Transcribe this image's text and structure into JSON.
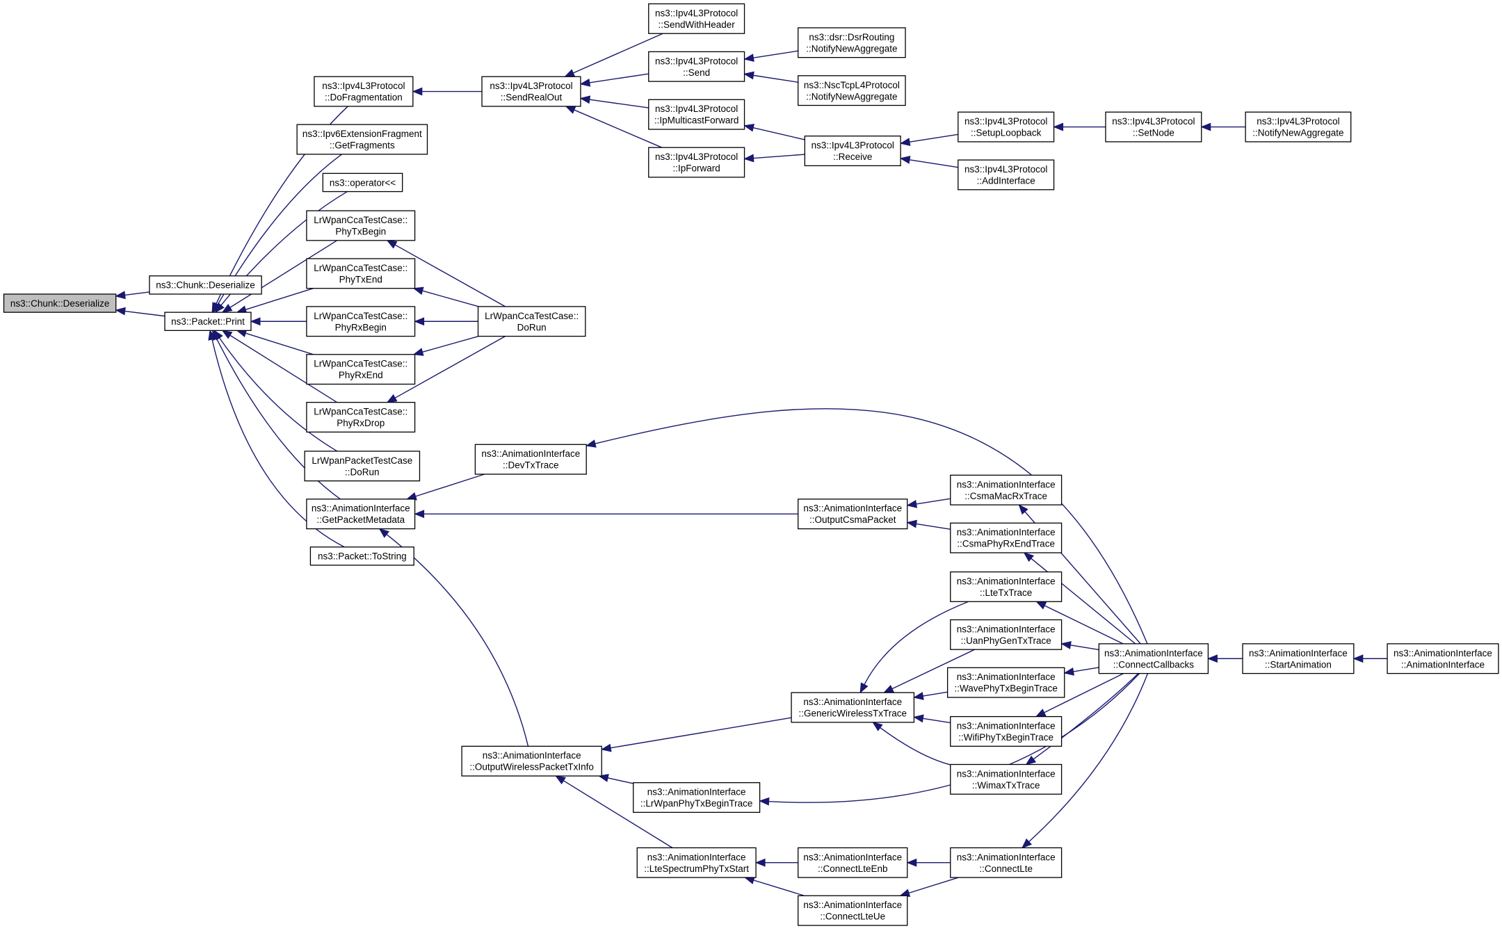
{
  "diagram": {
    "nodes": [
      {
        "id": "chunk_deser",
        "lines": [
          "ns3::Chunk::Deserialize"
        ],
        "root": true
      },
      {
        "id": "chunk_deser2",
        "lines": [
          "ns3::Chunk::Deserialize"
        ]
      },
      {
        "id": "packet_print",
        "lines": [
          "ns3::Packet::Print"
        ]
      },
      {
        "id": "ipv4_dofrag",
        "lines": [
          "ns3::Ipv4L3Protocol",
          "::DoFragmentation"
        ]
      },
      {
        "id": "ipv6_getfrag",
        "lines": [
          "ns3::Ipv6ExtensionFragment",
          "::GetFragments"
        ]
      },
      {
        "id": "operator_ll",
        "lines": [
          "ns3::operator<<"
        ]
      },
      {
        "id": "cca_phytxbegin",
        "lines": [
          "LrWpanCcaTestCase::",
          "PhyTxBegin"
        ]
      },
      {
        "id": "cca_phytxend",
        "lines": [
          "LrWpanCcaTestCase::",
          "PhyTxEnd"
        ]
      },
      {
        "id": "cca_phyrxbegin",
        "lines": [
          "LrWpanCcaTestCase::",
          "PhyRxBegin"
        ]
      },
      {
        "id": "cca_phyrxend",
        "lines": [
          "LrWpanCcaTestCase::",
          "PhyRxEnd"
        ]
      },
      {
        "id": "cca_phyrxdrop",
        "lines": [
          "LrWpanCcaTestCase::",
          "PhyRxDrop"
        ]
      },
      {
        "id": "pkt_dorun",
        "lines": [
          "LrWpanPacketTestCase",
          "::DoRun"
        ]
      },
      {
        "id": "anim_getpktmeta",
        "lines": [
          "ns3::AnimationInterface",
          "::GetPacketMetadata"
        ]
      },
      {
        "id": "packet_tostring",
        "lines": [
          "ns3::Packet::ToString"
        ]
      },
      {
        "id": "ipv4_sendrealout",
        "lines": [
          "ns3::Ipv4L3Protocol",
          "::SendRealOut"
        ]
      },
      {
        "id": "cca_dorun",
        "lines": [
          "LrWpanCcaTestCase::",
          "DoRun"
        ]
      },
      {
        "id": "anim_devtxtrace",
        "lines": [
          "ns3::AnimationInterface",
          "::DevTxTrace"
        ]
      },
      {
        "id": "anim_outwireless",
        "lines": [
          "ns3::AnimationInterface",
          "::OutputWirelessPacketTxInfo"
        ]
      },
      {
        "id": "ipv4_sendwithheader",
        "lines": [
          "ns3::Ipv4L3Protocol",
          "::SendWithHeader"
        ]
      },
      {
        "id": "ipv4_send",
        "lines": [
          "ns3::Ipv4L3Protocol",
          "::Send"
        ]
      },
      {
        "id": "ipv4_ipmcast",
        "lines": [
          "ns3::Ipv4L3Protocol",
          "::IpMulticastForward"
        ]
      },
      {
        "id": "ipv4_ipforward",
        "lines": [
          "ns3::Ipv4L3Protocol",
          "::IpForward"
        ]
      },
      {
        "id": "anim_lrwpanphy",
        "lines": [
          "ns3::AnimationInterface",
          "::LrWpanPhyTxBeginTrace"
        ]
      },
      {
        "id": "anim_ltespectrum",
        "lines": [
          "ns3::AnimationInterface",
          "::LteSpectrumPhyTxStart"
        ]
      },
      {
        "id": "dsr_notify",
        "lines": [
          "ns3::dsr::DsrRouting",
          "::NotifyNewAggregate"
        ]
      },
      {
        "id": "nsc_notify",
        "lines": [
          "ns3::NscTcpL4Protocol",
          "::NotifyNewAggregate"
        ]
      },
      {
        "id": "ipv4_receive",
        "lines": [
          "ns3::Ipv4L3Protocol",
          "::Receive"
        ]
      },
      {
        "id": "anim_outcsma",
        "lines": [
          "ns3::AnimationInterface",
          "::OutputCsmaPacket"
        ]
      },
      {
        "id": "anim_genericwireless",
        "lines": [
          "ns3::AnimationInterface",
          "::GenericWirelessTxTrace"
        ]
      },
      {
        "id": "anim_connectlteenb",
        "lines": [
          "ns3::AnimationInterface",
          "::ConnectLteEnb"
        ]
      },
      {
        "id": "anim_connectlteue",
        "lines": [
          "ns3::AnimationInterface",
          "::ConnectLteUe"
        ]
      },
      {
        "id": "ipv4_setuploopback",
        "lines": [
          "ns3::Ipv4L3Protocol",
          "::SetupLoopback"
        ]
      },
      {
        "id": "ipv4_addinterface",
        "lines": [
          "ns3::Ipv4L3Protocol",
          "::AddInterface"
        ]
      },
      {
        "id": "anim_csmamacrx",
        "lines": [
          "ns3::AnimationInterface",
          "::CsmaMacRxTrace"
        ]
      },
      {
        "id": "anim_csmaphyrxend",
        "lines": [
          "ns3::AnimationInterface",
          "::CsmaPhyRxEndTrace"
        ]
      },
      {
        "id": "anim_ltetx",
        "lines": [
          "ns3::AnimationInterface",
          "::LteTxTrace"
        ]
      },
      {
        "id": "anim_uanphygen",
        "lines": [
          "ns3::AnimationInterface",
          "::UanPhyGenTxTrace"
        ]
      },
      {
        "id": "anim_wavephy",
        "lines": [
          "ns3::AnimationInterface",
          "::WavePhyTxBeginTrace"
        ]
      },
      {
        "id": "anim_wifiphy",
        "lines": [
          "ns3::AnimationInterface",
          "::WifiPhyTxBeginTrace"
        ]
      },
      {
        "id": "anim_wimaxtx",
        "lines": [
          "ns3::AnimationInterface",
          "::WimaxTxTrace"
        ]
      },
      {
        "id": "anim_connectlte",
        "lines": [
          "ns3::AnimationInterface",
          "::ConnectLte"
        ]
      },
      {
        "id": "ipv4_setnode",
        "lines": [
          "ns3::Ipv4L3Protocol",
          "::SetNode"
        ]
      },
      {
        "id": "anim_connectcallbacks",
        "lines": [
          "ns3::AnimationInterface",
          "::ConnectCallbacks"
        ]
      },
      {
        "id": "ipv4_notify",
        "lines": [
          "ns3::Ipv4L3Protocol",
          "::NotifyNewAggregate"
        ]
      },
      {
        "id": "anim_startanimation",
        "lines": [
          "ns3::AnimationInterface",
          "::StartAnimation"
        ]
      },
      {
        "id": "anim_ctor",
        "lines": [
          "ns3::AnimationInterface",
          "::AnimationInterface"
        ]
      }
    ],
    "edges": [
      [
        "chunk_deser2",
        "chunk_deser"
      ],
      [
        "packet_print",
        "chunk_deser"
      ],
      [
        "ipv4_dofrag",
        "packet_print"
      ],
      [
        "ipv6_getfrag",
        "packet_print"
      ],
      [
        "operator_ll",
        "packet_print"
      ],
      [
        "cca_phytxbegin",
        "packet_print"
      ],
      [
        "cca_phytxend",
        "packet_print"
      ],
      [
        "cca_phyrxbegin",
        "packet_print"
      ],
      [
        "cca_phyrxend",
        "packet_print"
      ],
      [
        "cca_phyrxdrop",
        "packet_print"
      ],
      [
        "pkt_dorun",
        "packet_print"
      ],
      [
        "anim_getpktmeta",
        "packet_print"
      ],
      [
        "packet_tostring",
        "packet_print"
      ],
      [
        "ipv4_sendrealout",
        "ipv4_dofrag"
      ],
      [
        "cca_dorun",
        "cca_phytxbegin"
      ],
      [
        "cca_dorun",
        "cca_phytxend"
      ],
      [
        "cca_dorun",
        "cca_phyrxbegin"
      ],
      [
        "cca_dorun",
        "cca_phyrxend"
      ],
      [
        "cca_dorun",
        "cca_phyrxdrop"
      ],
      [
        "anim_devtxtrace",
        "anim_getpktmeta"
      ],
      [
        "anim_outcsma",
        "anim_getpktmeta"
      ],
      [
        "anim_outwireless",
        "anim_getpktmeta"
      ],
      [
        "ipv4_sendwithheader",
        "ipv4_sendrealout"
      ],
      [
        "ipv4_send",
        "ipv4_sendrealout"
      ],
      [
        "ipv4_ipmcast",
        "ipv4_sendrealout"
      ],
      [
        "ipv4_ipforward",
        "ipv4_sendrealout"
      ],
      [
        "anim_connectcallbacks",
        "anim_devtxtrace"
      ],
      [
        "anim_genericwireless",
        "anim_outwireless"
      ],
      [
        "anim_lrwpanphy",
        "anim_outwireless"
      ],
      [
        "anim_ltespectrum",
        "anim_outwireless"
      ],
      [
        "dsr_notify",
        "ipv4_send"
      ],
      [
        "nsc_notify",
        "ipv4_send"
      ],
      [
        "ipv4_receive",
        "ipv4_ipmcast"
      ],
      [
        "ipv4_receive",
        "ipv4_ipforward"
      ],
      [
        "anim_connectcallbacks",
        "anim_lrwpanphy"
      ],
      [
        "anim_connectlteenb",
        "anim_ltespectrum"
      ],
      [
        "anim_connectlteue",
        "anim_ltespectrum"
      ],
      [
        "ipv4_setuploopback",
        "ipv4_receive"
      ],
      [
        "ipv4_addinterface",
        "ipv4_receive"
      ],
      [
        "anim_csmamacrx",
        "anim_outcsma"
      ],
      [
        "anim_csmaphyrxend",
        "anim_outcsma"
      ],
      [
        "anim_ltetx",
        "anim_genericwireless"
      ],
      [
        "anim_uanphygen",
        "anim_genericwireless"
      ],
      [
        "anim_wavephy",
        "anim_genericwireless"
      ],
      [
        "anim_wifiphy",
        "anim_genericwireless"
      ],
      [
        "anim_wimaxtx",
        "anim_genericwireless"
      ],
      [
        "anim_connectlte",
        "anim_connectlteenb"
      ],
      [
        "anim_connectlte",
        "anim_connectlteue"
      ],
      [
        "ipv4_setnode",
        "ipv4_setuploopback"
      ],
      [
        "anim_connectcallbacks",
        "anim_csmamacrx"
      ],
      [
        "anim_connectcallbacks",
        "anim_csmaphyrxend"
      ],
      [
        "anim_connectcallbacks",
        "anim_ltetx"
      ],
      [
        "anim_connectcallbacks",
        "anim_uanphygen"
      ],
      [
        "anim_connectcallbacks",
        "anim_wavephy"
      ],
      [
        "anim_connectcallbacks",
        "anim_wifiphy"
      ],
      [
        "anim_connectcallbacks",
        "anim_wimaxtx"
      ],
      [
        "anim_connectcallbacks",
        "anim_connectlte"
      ],
      [
        "ipv4_notify",
        "ipv4_setnode"
      ],
      [
        "anim_startanimation",
        "anim_connectcallbacks"
      ],
      [
        "anim_ctor",
        "anim_startanimation"
      ]
    ]
  }
}
